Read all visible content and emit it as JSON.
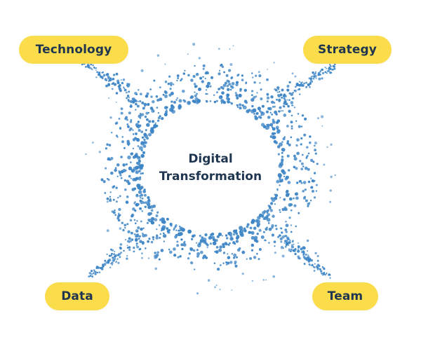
{
  "diagram": {
    "center": {
      "line1": "Digital",
      "line2": "Transformation"
    },
    "nodes": [
      {
        "id": "technology",
        "label": "Technology",
        "position": "top-left"
      },
      {
        "id": "strategy",
        "label": "Strategy",
        "position": "top-right"
      },
      {
        "id": "data",
        "label": "Data",
        "position": "bottom-left"
      },
      {
        "id": "team",
        "label": "Team",
        "position": "bottom-right"
      }
    ]
  },
  "colors": {
    "pill_background": "#fbdc4a",
    "text": "#1f3550",
    "dots": "#3d85c6",
    "background": "#ffffff"
  }
}
